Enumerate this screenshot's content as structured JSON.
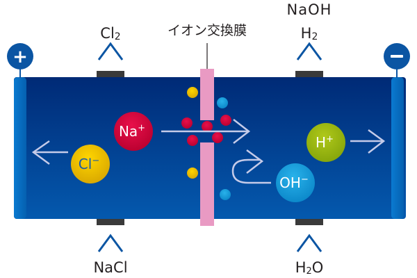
{
  "title": "イオン交換膜法 電気分解",
  "membrane": {
    "label": "イオン交換膜",
    "color": "#e99ac3"
  },
  "electrodes": {
    "anode": {
      "symbol": "+",
      "color": "#0b55a3"
    },
    "cathode": {
      "symbol": "−",
      "color": "#0b55a3"
    }
  },
  "outlets": {
    "top_left": {
      "label_main": "Cl",
      "label_sub": "2"
    },
    "top_right": {
      "label_line1": "NaOH",
      "label_main": "H",
      "label_sub": "2"
    },
    "bottom_left": {
      "label": "NaCl"
    },
    "bottom_right": {
      "label_main": "H",
      "label_sub": "2",
      "label_tail": "O"
    }
  },
  "ions": {
    "na": {
      "base": "Na",
      "sup": "+",
      "color": "#d6003c"
    },
    "cl": {
      "base": "Cl",
      "sup": "−",
      "color": "#f2c200"
    },
    "h": {
      "base": "H",
      "sup": "+",
      "color": "#9cbc11"
    },
    "oh": {
      "base": "OH",
      "sup": "−",
      "color": "#1ca0dd"
    }
  },
  "colors": {
    "tank_top": "#002b78",
    "tank_bottom": "#0358ad",
    "electrode_bar": "#0b6fbf",
    "arrow": "#c5cbe9",
    "port": "#3a3a3a"
  }
}
